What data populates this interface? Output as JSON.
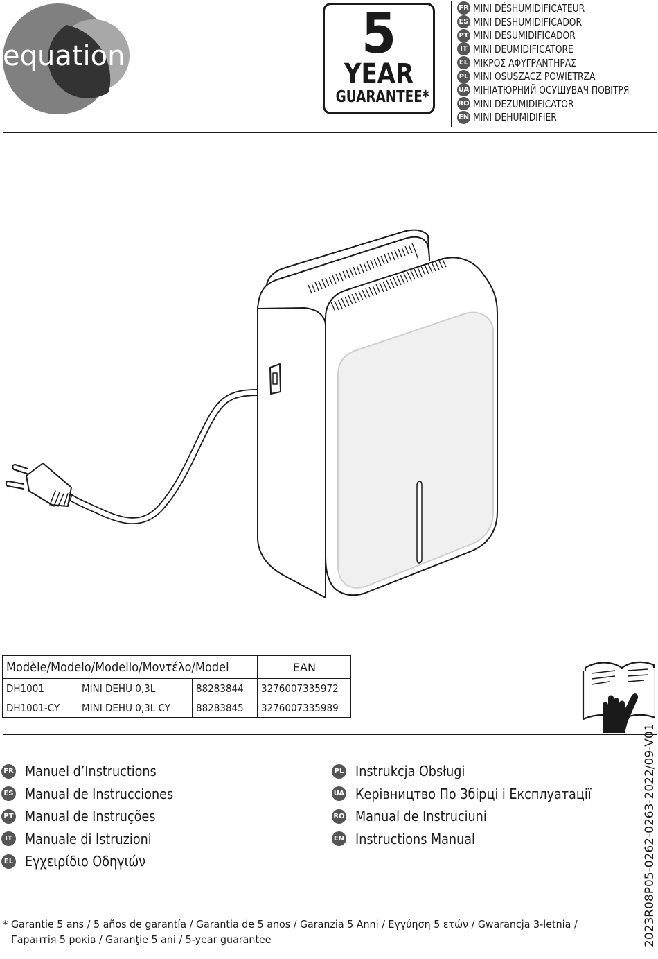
{
  "brand": {
    "name": "equation"
  },
  "guarantee": {
    "number": "5",
    "word": "YEAR",
    "label": "GUARANTEE*"
  },
  "product_titles": [
    {
      "code": "FR",
      "text": "MINI DÉSHUMIDIFICATEUR"
    },
    {
      "code": "ES",
      "text": "MINI DESHUMIDIFICADOR"
    },
    {
      "code": "PT",
      "text": "MINI DESUMIDIFICADOR"
    },
    {
      "code": "IT",
      "text": "MINI DEUMIDIFICATORE"
    },
    {
      "code": "EL",
      "text": "ΜΙΚΡΟΣ ΑΦΥΓΡΑΝΤΗΡΑΣ"
    },
    {
      "code": "PL",
      "text": "MINI OSUSZACZ POWIETRZA"
    },
    {
      "code": "UA",
      "text": "МІНІАТЮРНИЙ ОСУШУВАЧ ПОВІТРЯ"
    },
    {
      "code": "RO",
      "text": "MINI DEZUMIDIFICATOR"
    },
    {
      "code": "EN",
      "text": "MINI DEHUMIDIFIER"
    }
  ],
  "model_table": {
    "header_model": "Modèle/Modelo/Modello/Μοντέλο/Model",
    "header_ean": "EAN",
    "rows": [
      [
        "DH1001",
        "MINI DEHU 0,3L",
        "88283844",
        "3276007335972"
      ],
      [
        "DH1001-CY",
        "MINI DEHU 0,3L CY",
        "88283845",
        "3276007335989"
      ]
    ]
  },
  "icons": {
    "read_manual": "read-manual-icon",
    "plug": "plug-icon"
  },
  "manuals_left": [
    {
      "code": "FR",
      "text": "Manuel d’Instructions"
    },
    {
      "code": "ES",
      "text": "Manual de Instrucciones"
    },
    {
      "code": "PT",
      "text": "Manual de Instruções"
    },
    {
      "code": "IT",
      "text": "Manuale di Istruzioni"
    },
    {
      "code": "EL",
      "text": "Εγχειρίδιο Οδηγιών"
    }
  ],
  "manuals_right": [
    {
      "code": "PL",
      "text": "Instrukcja Obsługi"
    },
    {
      "code": "UA",
      "text": "Керівництво По Збірці і Експлуатації"
    },
    {
      "code": "RO",
      "text": "Manual de Instruciuni"
    },
    {
      "code": "EN",
      "text": "Instructions Manual"
    }
  ],
  "doc_reference": "2023R08P05-0262-0263-2022/09-V01",
  "footnote": {
    "star": "*",
    "line1": "Garantie 5 ans / 5 años de garantía / Garantia de 5 anos / Garanzia 5 Anni / Εγγύηση 5 ετών / Gwarancja 3-letnia /",
    "line2": "Гарантія 5 років / Garanţie 5 ani / 5-year guarantee"
  },
  "colors": {
    "badge": "#555555",
    "logo_light": "#a7a6a6",
    "logo_dark": "#333333",
    "ink": "#1a1a1a"
  }
}
